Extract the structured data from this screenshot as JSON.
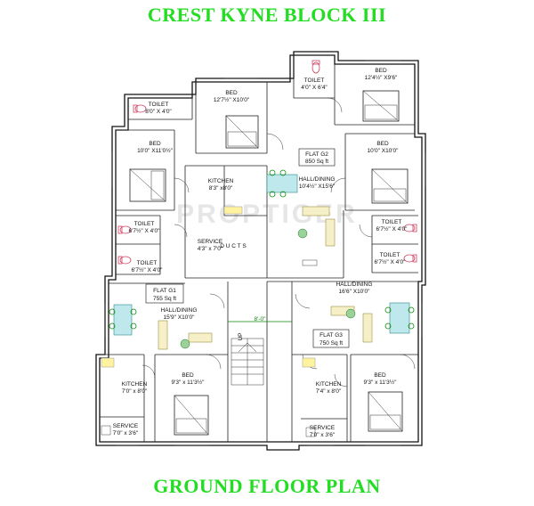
{
  "title": "CREST KYNE  BLOCK III",
  "subtitle": "GROUND  FLOOR PLAN",
  "watermark": "PROPTIGER",
  "rooms": {
    "toilet_a": {
      "name": "TOILET",
      "size": "8'0\" X 4'0\""
    },
    "bed_top_mid": {
      "name": "BED",
      "size": "12'7½\" X10'0\""
    },
    "toilet_top_right": {
      "name": "TOILET",
      "size": "4'0\" X 6'4\""
    },
    "bed_top_right": {
      "name": "BED",
      "size": "12'4½\" X9'6\""
    },
    "bed_left": {
      "name": "BED",
      "size": "10'0\" X11'0½\""
    },
    "kitchen_g2": {
      "name": "KITCHEN",
      "size": "8'3\" x8'0\""
    },
    "hall_g2": {
      "name": "HALL/DINING",
      "size": "10'4½\" X15'6\""
    },
    "bed_right": {
      "name": "BED",
      "size": "10'0\" X10'0\""
    },
    "toilet_left_1": {
      "name": "TOILET",
      "size": "6'7½\" X 4'0\""
    },
    "toilet_left_2": {
      "name": "TOILET",
      "size": "6'7½\" X 4'0\""
    },
    "service_g2": {
      "name": "SERVICE",
      "size": "4'3\" x 7'0\""
    },
    "toilet_right_1": {
      "name": "TOILET",
      "size": "6'7½\" X 4'0\""
    },
    "toilet_right_2": {
      "name": "TOILET",
      "size": "6'7½\" X 4'0\""
    },
    "hall_g1_left": {
      "name": "HALL/DINING",
      "size": "15'9\" X10'0\""
    },
    "hall_g3": {
      "name": "HALL/DINING",
      "size": "16'6\" X10'0\""
    },
    "kitchen_g1": {
      "name": "KITCHEN",
      "size": "7'0\" x 8'0\""
    },
    "bed_bottom_left": {
      "name": "BED",
      "size": "9'3\" x 11'3½\""
    },
    "service_g1": {
      "name": "SERVICE",
      "size": "7'0\" x 3'6\""
    },
    "kitchen_g3": {
      "name": "KITCHEN",
      "size": "7'4\" x 8'0\""
    },
    "bed_bottom_right": {
      "name": "BED",
      "size": "9'3\" x 11'3½\""
    },
    "service_g3": {
      "name": "SERVICE",
      "size": "7'0\" x 3'6\""
    }
  },
  "flats": {
    "g2": {
      "name": "FLAT G2",
      "area": "850 Sq ft"
    },
    "g1": {
      "name": "FLAT G1",
      "area": "755 Sq ft"
    },
    "g3": {
      "name": "FLAT G3",
      "area": "750 Sq ft"
    }
  },
  "stairs": {
    "dimension": "8'-0\"",
    "label": "UP",
    "duct_label": "D U C T S"
  }
}
